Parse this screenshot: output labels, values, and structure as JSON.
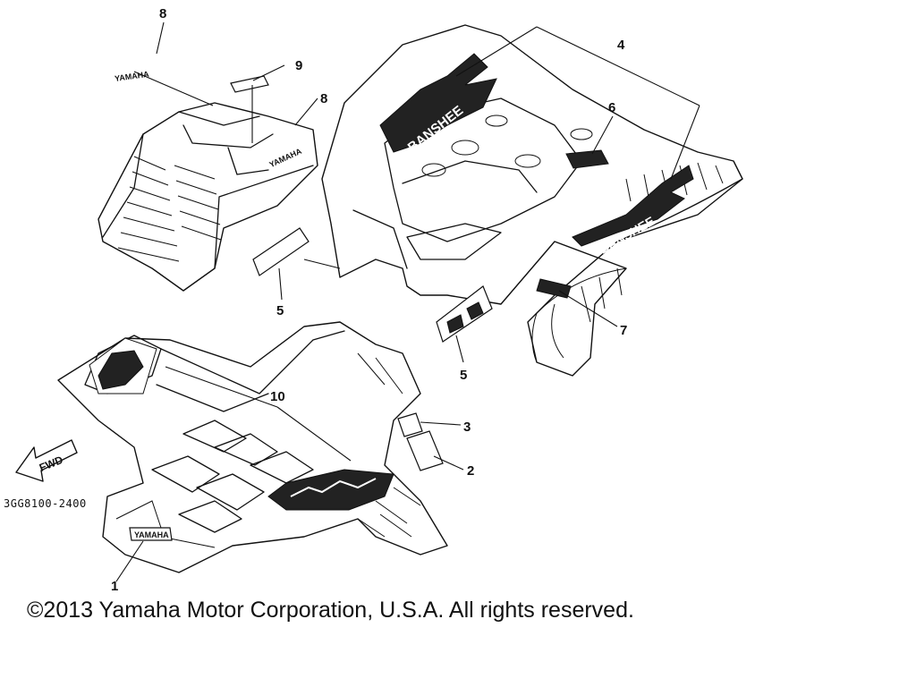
{
  "diagram": {
    "callouts": {
      "c1": "1",
      "c2": "2",
      "c3": "3",
      "c4": "4",
      "c5a": "5",
      "c5b": "5",
      "c6": "6",
      "c7": "7",
      "c8a": "8",
      "c8b": "8",
      "c9": "9",
      "c10": "10"
    },
    "part_number": "3GG8100-2400",
    "fwd_label": "FWD",
    "decals": {
      "yamaha_front": "YAMAHA",
      "yamaha_side": "YAMAHA",
      "yamaha_rear": "YAMAHA",
      "model_left": "BANSHEE",
      "model_right": "BANSHEE"
    }
  },
  "footer": {
    "copyright": "©2013 Yamaha Motor Corporation, U.S.A. All rights reserved."
  }
}
